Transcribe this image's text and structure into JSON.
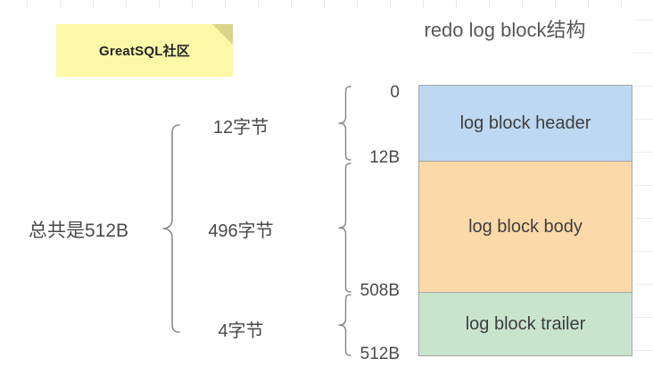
{
  "canvas": {
    "background": "#ffffff",
    "grid_color": "#e8e8ea"
  },
  "sticky_note": {
    "text": "GreatSQL社区",
    "fill": "#fbf8a8",
    "fold_color": "#d9d486",
    "text_color": "#262626"
  },
  "title": {
    "text": "redo log block结构",
    "color": "#585858"
  },
  "diagram": {
    "total_label": "总共是512B",
    "offsets": {
      "start": "0",
      "header_end": "12B",
      "body_end": "508B",
      "trailer_end": "512B"
    },
    "segments": [
      {
        "name": "log block header",
        "block_label": "log block header",
        "size_label": "12字节",
        "fill": "#bdd8f0",
        "border": "#a6a6a6",
        "start_offset": "0",
        "end_offset": "12B"
      },
      {
        "name": "log block body",
        "block_label": "log block body",
        "size_label": "496字节",
        "fill": "#fbd9a8",
        "border": "#a6a6a6",
        "start_offset": "12B",
        "end_offset": "508B"
      },
      {
        "name": "log block trailer",
        "block_label": "log block trailer",
        "size_label": "4字节",
        "fill": "#c9e4cd",
        "border": "#a6a6a6",
        "start_offset": "508B",
        "end_offset": "512B"
      }
    ]
  },
  "chart_data": {
    "type": "bar",
    "title": "redo log block结构",
    "orientation": "vertical-stack",
    "categories": [
      "log block header",
      "log block body",
      "log block trailer"
    ],
    "values": [
      12,
      496,
      4
    ],
    "value_unit": "bytes",
    "cumulative_offsets": [
      0,
      12,
      508,
      512
    ],
    "tick_labels": [
      "0",
      "12B",
      "508B",
      "512B"
    ],
    "size_labels": [
      "12字节",
      "496字节",
      "4字节"
    ],
    "total": 512,
    "total_label": "总共是512B",
    "colors": [
      "#bdd8f0",
      "#fbd9a8",
      "#c9e4cd"
    ],
    "xlabel": "",
    "ylabel": "",
    "ylim": [
      0,
      512
    ],
    "grid": false,
    "legend": "none"
  }
}
